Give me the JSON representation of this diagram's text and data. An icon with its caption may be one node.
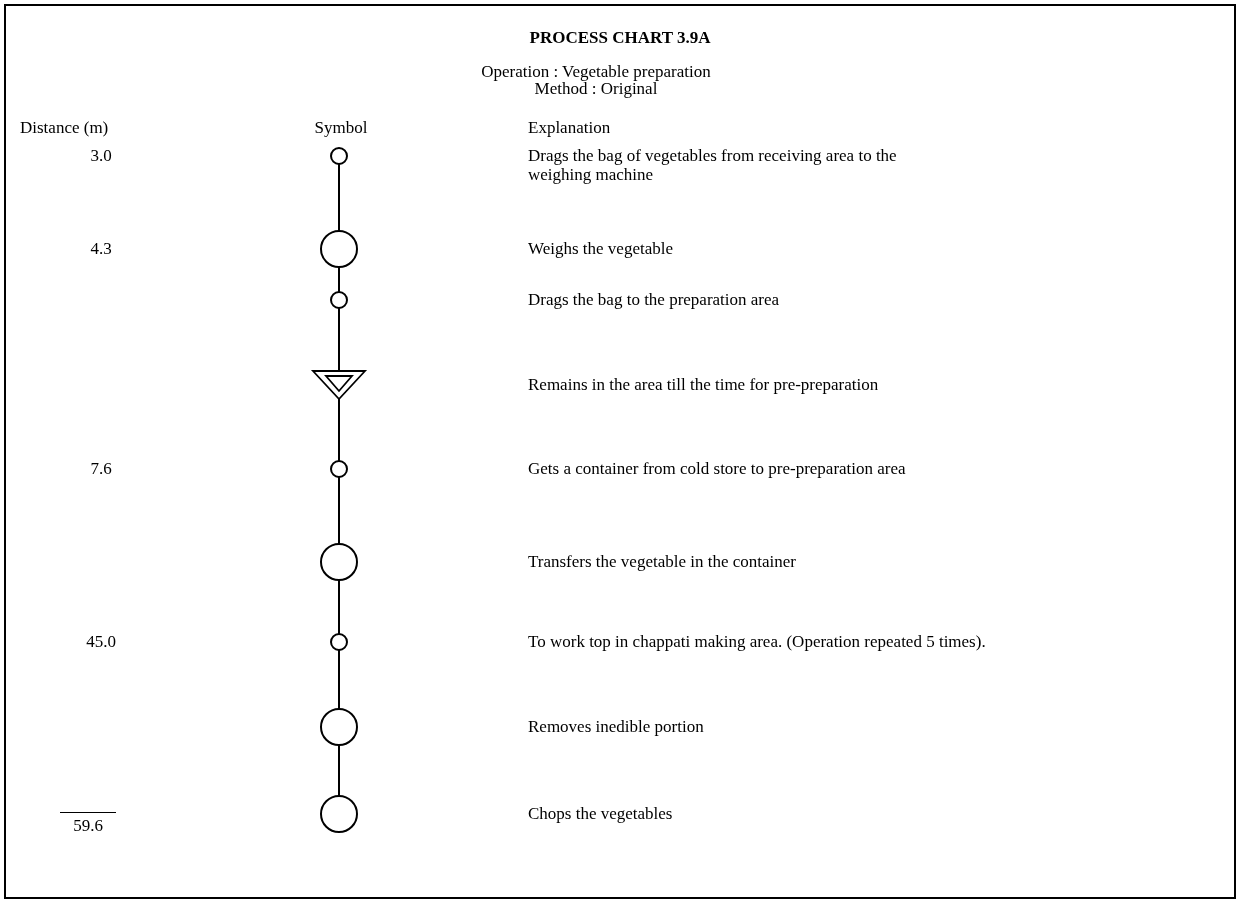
{
  "diagram": {
    "title": "PROCESS CHART 3.9A",
    "nodes": [
      {
        "text": [],
        "shape": "circle"
      },
      {
        "text": [],
        "shape": "circle"
      },
      {
        "text": [],
        "shape": "circle"
      },
      {
        "text": [],
        "shape": "triangle"
      },
      {
        "text": [],
        "shape": "circle"
      },
      {
        "text": [],
        "shape": "circle"
      },
      {
        "text": [],
        "shape": "circle"
      },
      {
        "text": [],
        "shape": "circle"
      },
      {
        "text": [],
        "shape": "circle"
      }
    ],
    "edges": [
      {
        "from": 0,
        "to": 1,
        "arrow": "none"
      },
      {
        "from": 1,
        "to": 2,
        "arrow": "none"
      },
      {
        "from": 2,
        "to": 3,
        "arrow": "none"
      },
      {
        "from": 3,
        "to": 4,
        "arrow": "none"
      },
      {
        "from": 4,
        "to": 5,
        "arrow": "none"
      },
      {
        "from": 5,
        "to": 6,
        "arrow": "none"
      },
      {
        "from": 6,
        "to": 7,
        "arrow": "none"
      },
      {
        "from": 7,
        "to": 8,
        "arrow": "none"
      }
    ],
    "labels": [
      "Operation : Vegetable preparation",
      "Method : Original",
      "Distance (m)",
      "Symbol",
      "Explanation",
      "3.0",
      "Drags the bag of vegetables from receiving area to the weighing machine",
      "4.3",
      "Weighs the vegetable",
      "Drags the bag to the preparation area",
      "Remains in the area till the time for pre-preparation",
      "7.6",
      "Gets a container from cold store to pre-preparation area",
      "Transfers the vegetable in the container",
      "45.0",
      "To work top in chappati making area. (Operation repeated 5 times).",
      "Removes inedible portion",
      "59.6",
      "Chops the vegetables"
    ]
  }
}
